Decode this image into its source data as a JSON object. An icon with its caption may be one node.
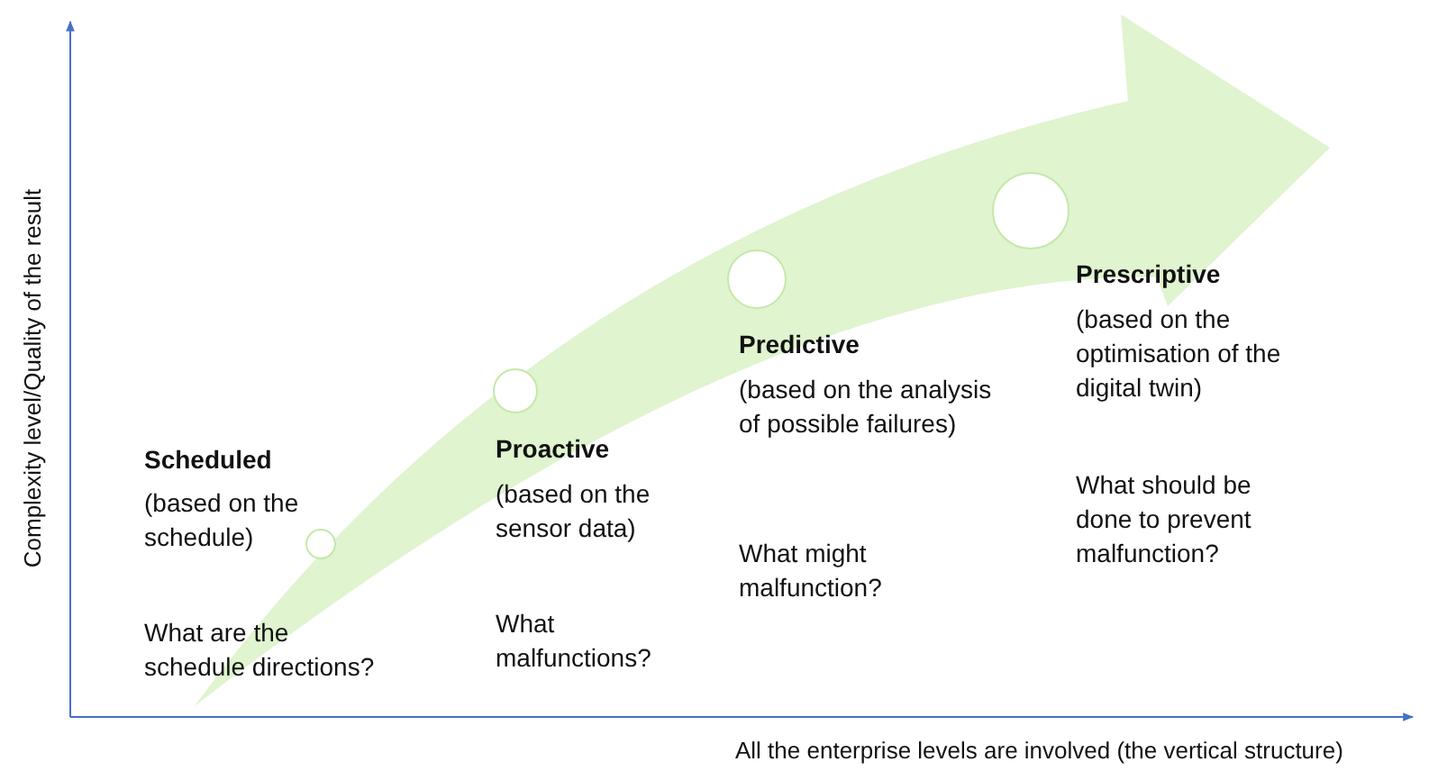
{
  "diagram": {
    "labels": [
      "Complexity level/Quality of the result",
      "Prescriptive",
      "(based on the optimisation of the digital twin)",
      "Predictive",
      "(based on the analysis of possible failures)",
      "Scheduled",
      "Proactive",
      "(based on the schedule)",
      "(based on the sensor data)",
      "What should be done to prevent malfunction?",
      "What might malfunction?",
      "What are the schedule directions?",
      "What malfunctions?",
      "All the enterprise levels are involved (the vertical structure)"
    ]
  }
}
